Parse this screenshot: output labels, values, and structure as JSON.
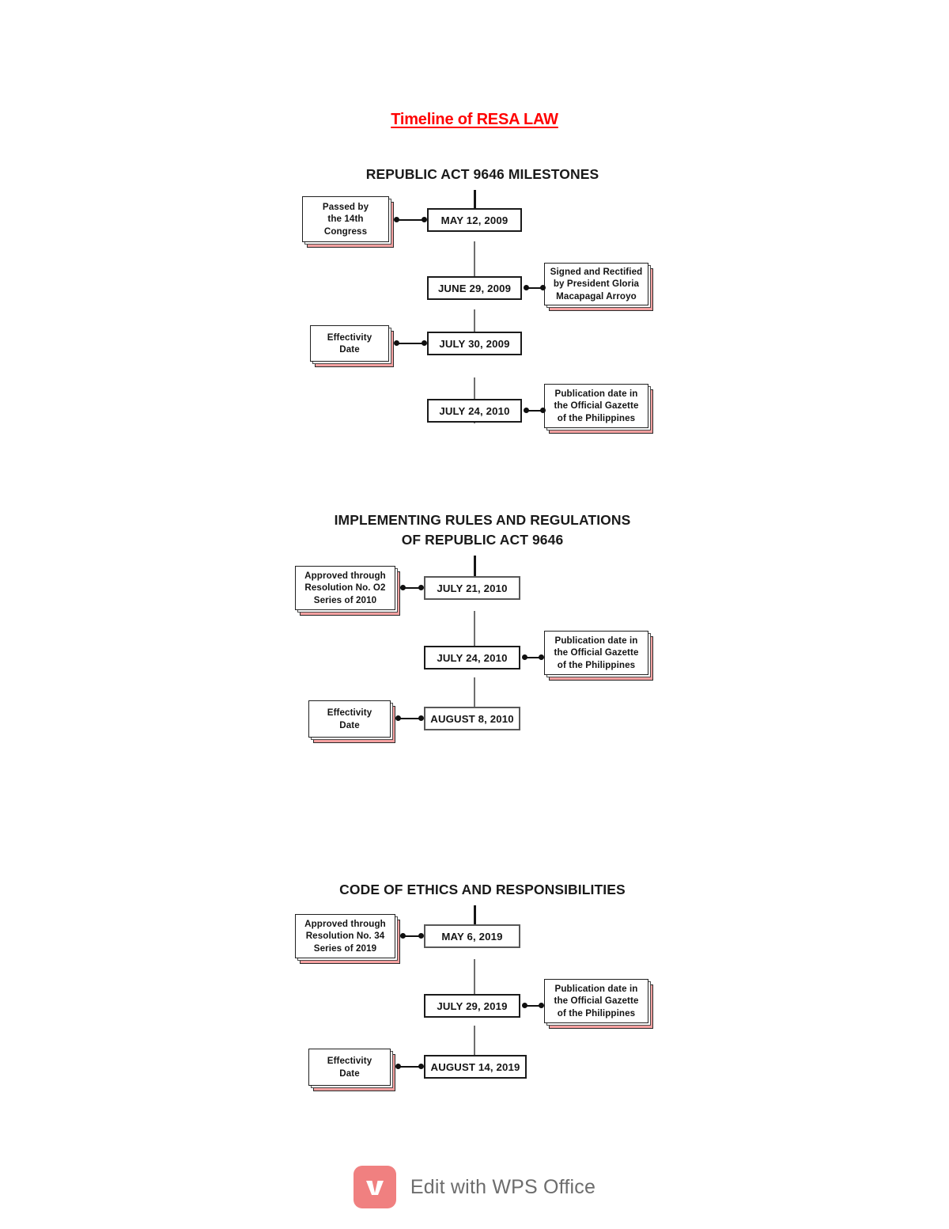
{
  "document": {
    "title": "Timeline of RESA LAW",
    "title_color": "#ff0000"
  },
  "theme": {
    "card_shadow_color": "#f4a0a0",
    "line_color": "#6e6e6e",
    "text_color": "#141414"
  },
  "sections": [
    {
      "heading": "REPUBLIC ACT 9646 MILESTONES",
      "events": [
        {
          "date": "MAY 12, 2009",
          "side": "left",
          "note": "Passed by\nthe 14th\nCongress"
        },
        {
          "date": "JUNE 29, 2009",
          "side": "right",
          "note": "Signed and Rectified\nby President Gloria\nMacapagal Arroyo"
        },
        {
          "date": "JULY 30, 2009",
          "side": "left",
          "note": "Effectivity\nDate"
        },
        {
          "date": "JULY 24, 2010",
          "side": "right",
          "note": "Publication date in\nthe Official Gazette\nof the Philippines"
        }
      ]
    },
    {
      "heading": "IMPLEMENTING RULES AND REGULATIONS\nOF REPUBLIC ACT 9646",
      "heading_line_1": "IMPLEMENTING RULES AND REGULATIONS",
      "heading_line_2": "OF REPUBLIC ACT 9646",
      "events": [
        {
          "date": "JULY 21, 2010",
          "side": "left",
          "note": "Approved through\nResolution No. O2\nSeries of 2010"
        },
        {
          "date": "JULY 24, 2010",
          "side": "right",
          "note": "Publication date in\nthe Official Gazette\nof the Philippines"
        },
        {
          "date": "AUGUST 8, 2010",
          "side": "left",
          "note": "Effectivity\nDate"
        }
      ]
    },
    {
      "heading": "CODE OF ETHICS AND RESPONSIBILITIES",
      "events": [
        {
          "date": "MAY 6, 2019",
          "side": "left",
          "note": "Approved through\nResolution No. 34\nSeries of 2019"
        },
        {
          "date": "JULY 29, 2019",
          "side": "right",
          "note": "Publication date in\nthe Official Gazette\nof the Philippines"
        },
        {
          "date": "AUGUST 14, 2019",
          "side": "left",
          "note": "Effectivity\nDate"
        }
      ]
    }
  ],
  "watermark": {
    "label": "Edit with WPS Office",
    "logo_letter": "W",
    "logo_color": "#f08080"
  }
}
